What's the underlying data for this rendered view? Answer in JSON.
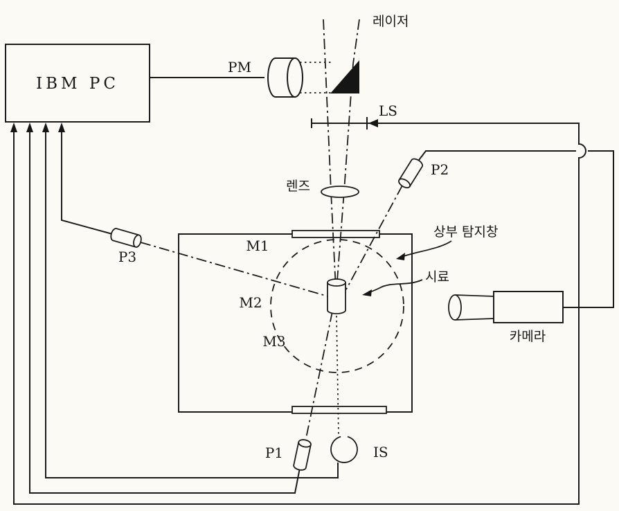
{
  "colors": {
    "ink": "#1b1b1b",
    "paper": "#fbfaf5"
  },
  "diagram": {
    "labels": {
      "laser": "레이저",
      "pm": "PM",
      "ibm_pc": "IBM  PC",
      "ls": "LS",
      "p2": "P2",
      "lens": "렌즈",
      "upper_window": "상부 탐지창",
      "m1": "M1",
      "m2": "M2",
      "m3": "M3",
      "sample": "시료",
      "p3": "P3",
      "camera": "카메라",
      "p1": "P1",
      "is": "IS"
    }
  }
}
